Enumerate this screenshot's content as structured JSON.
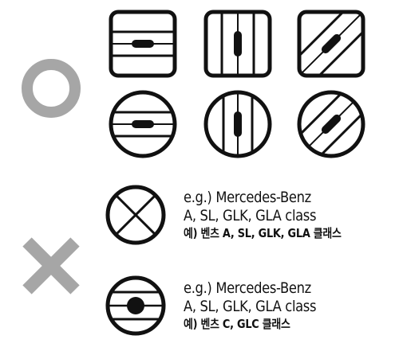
{
  "marks": {
    "ok": {
      "symbol": "circle-ok",
      "color": "#a6a6a6"
    },
    "ng": {
      "symbol": "cross-ng",
      "color": "#a6a6a6"
    }
  },
  "captions": [
    {
      "line1": "e.g.) Mercedes-Benz",
      "line2": "A, SL, GLK, GLA class",
      "line3": "예) 벤츠 A, SL, GLK, GLA 클래스"
    },
    {
      "line1": "e.g.) Mercedes-Benz",
      "line2": "A, SL, GLK, GLA class",
      "line3": "예) 벤츠 C, GLC 클래스"
    }
  ],
  "colors": {
    "ink": "#111111",
    "mark_gray": "#a6a6a6"
  }
}
